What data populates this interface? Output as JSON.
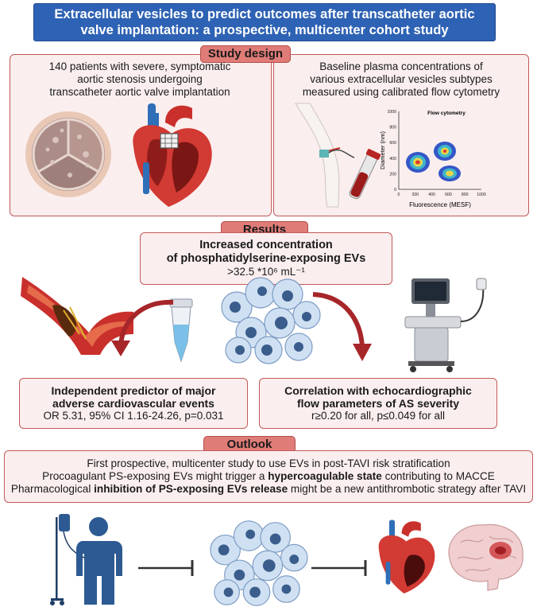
{
  "title": {
    "line1": "Extracellular vesicles to predict outcomes after transcatheter aortic",
    "line2": "valve implantation:  a prospective, multicenter cohort study"
  },
  "study_design": {
    "badge": "Study design",
    "left": [
      "140 patients with severe, symptomatic",
      "aortic stenosis undergoing",
      "transcatheter aortic valve implantation"
    ],
    "right": [
      "Baseline plasma concentrations of",
      "various extracellular vesicles subtypes",
      "measured  using calibrated flow cytometry"
    ],
    "plot": {
      "title": "Flow cytometry",
      "xlabel": "Fluorescence (MESF)",
      "ylabel": "Diameter (nm)",
      "xticks": [
        "0",
        "200",
        "400",
        "600",
        "800",
        "1000"
      ],
      "yticks": [
        "0",
        "200",
        "400",
        "600",
        "800",
        "1000"
      ]
    }
  },
  "results": {
    "badge": "Results",
    "main_line1": "Increased concentration",
    "main_line2": "of phosphatidylserine-exposing EVs",
    "main_line3": ">32.5 *10⁶ mL⁻¹",
    "left_line1": "Independent predictor of major",
    "left_line2": "adverse cardiovascular events",
    "left_line3": "OR 5.31, 95% CI 1.16-24.26, p=0.031",
    "right_line1": "Correlation with echocardiographic",
    "right_line2": "flow parameters of AS severity",
    "right_line3": "r≥0.20 for all, p≤0.049 for all"
  },
  "outlook": {
    "badge": "Outlook",
    "line1": "First prospective, multicenter study to use EVs in post-TAVI risk stratification",
    "line2_a": "Procoagulant PS-exposing EVs might trigger a ",
    "line2_b": "hypercoagulable state",
    "line2_c": " contributing to MACCE",
    "line3_a": "Pharmacological ",
    "line3_b": "inhibition of PS-exposing EVs release",
    "line3_c": " might be a new antithrombotic strategy after TAVI"
  }
}
